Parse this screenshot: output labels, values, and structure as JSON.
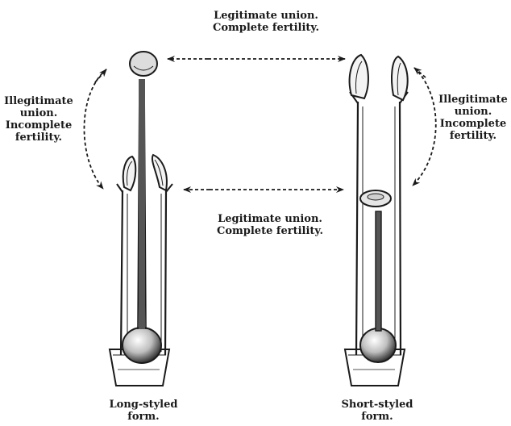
{
  "labels": {
    "top_union": [
      "Legitimate union.",
      "Complete fertility."
    ],
    "middle_union": [
      "Legitimate union.",
      "Complete fertility."
    ],
    "left_illegitimate": [
      "Illegitimate",
      "union.",
      "Incomplete",
      "fertility."
    ],
    "right_illegitimate": [
      "Illegitimate",
      "union.",
      "Incomplete",
      "fertility."
    ],
    "long_form": [
      "Long-styled",
      "form."
    ],
    "short_form": [
      "Short-styled",
      "form."
    ]
  },
  "colors": {
    "ink": "#1a1a1a",
    "paper": "#ffffff"
  }
}
